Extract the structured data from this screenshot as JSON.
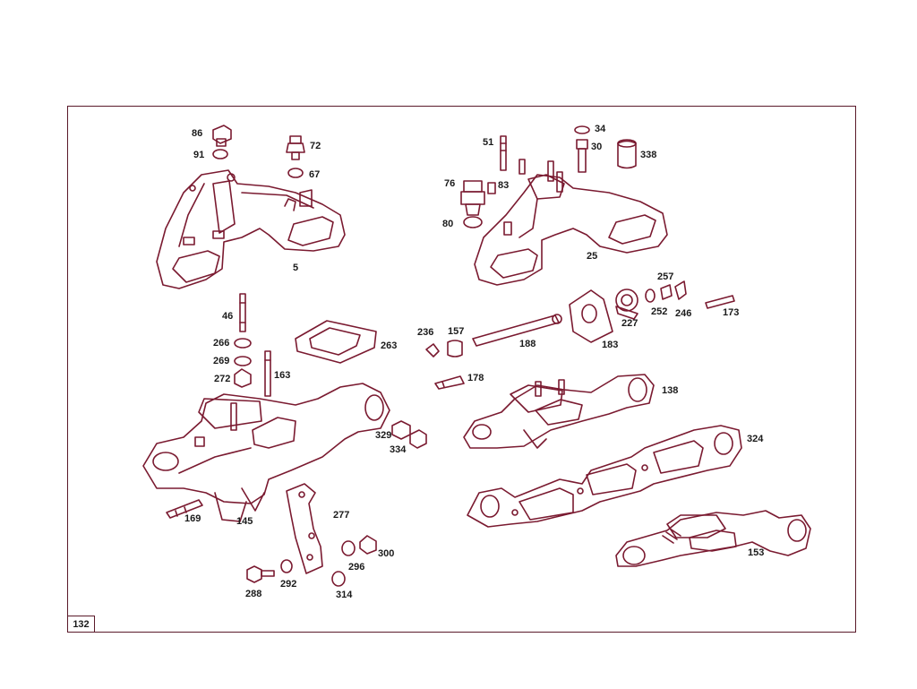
{
  "page_number": "132",
  "colors": {
    "stroke": "#7a1a30",
    "frame": "#5a1a2a",
    "text": "#1a1a1a"
  },
  "labels": {
    "p86": "86",
    "p91": "91",
    "p72": "72",
    "p67": "67",
    "p5": "5",
    "p51": "51",
    "p34": "34",
    "p30": "30",
    "p338": "338",
    "p76": "76",
    "p83": "83",
    "p80": "80",
    "p25": "25",
    "p46": "46",
    "p266": "266",
    "p269": "269",
    "p272": "272",
    "p163": "163",
    "p263": "263",
    "p236": "236",
    "p157": "157",
    "p188": "188",
    "p183": "183",
    "p227": "227",
    "p252": "252",
    "p257": "257",
    "p246": "246",
    "p173": "173",
    "p178": "178",
    "p138": "138",
    "p329": "329",
    "p334": "334",
    "p324": "324",
    "p169": "169",
    "p145": "145",
    "p277": "277",
    "p300": "300",
    "p296": "296",
    "p288": "288",
    "p292": "292",
    "p314": "314",
    "p153": "153"
  }
}
